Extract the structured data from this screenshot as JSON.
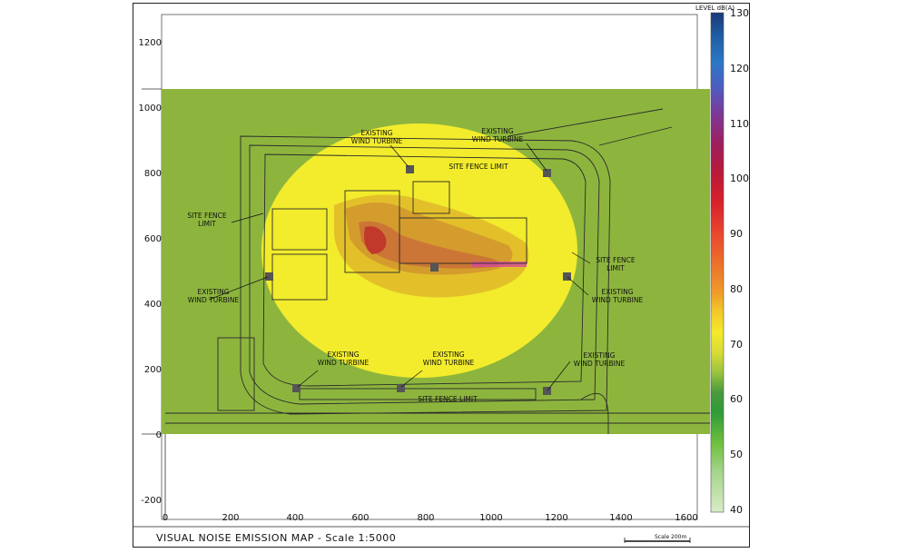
{
  "title": "VISUAL NOISE EMISSION MAP - Scale 1:5000",
  "scale_bar_label": "Scale 200m",
  "x_axis": {
    "ticks": [
      "0",
      "200",
      "400",
      "600",
      "800",
      "1000",
      "1200",
      "1400",
      "1600"
    ]
  },
  "y_axis": {
    "ticks": [
      "1200",
      "1000",
      "800",
      "600",
      "400",
      "200",
      "0",
      "-200"
    ]
  },
  "legend": {
    "title": "LEVEL dB(A)",
    "ticks": [
      "130",
      "120",
      "110",
      "100",
      "90",
      "80",
      "70",
      "60",
      "50",
      "40"
    ],
    "min": 40,
    "max": 130
  },
  "annotations": [
    {
      "lines": [
        "EXISTING",
        "WIND TURBINE"
      ]
    },
    {
      "lines": [
        "EXISTING",
        "WIND TURBINE"
      ]
    },
    {
      "lines": [
        "SITE FENCE LIMIT"
      ]
    },
    {
      "lines": [
        "SITE FENCE",
        "LIMIT"
      ]
    },
    {
      "lines": [
        "SITE FENCE",
        "LIMIT"
      ]
    },
    {
      "lines": [
        "EXISTING",
        "WIND TURBINE"
      ]
    },
    {
      "lines": [
        "EXISTING",
        "WIND TURBINE"
      ]
    },
    {
      "lines": [
        "EXISTING",
        "WIND TURBINE"
      ]
    },
    {
      "lines": [
        "EXISTING",
        "WIND TURBINE"
      ]
    },
    {
      "lines": [
        "EXISTING",
        "WIND TURBINE"
      ]
    },
    {
      "lines": [
        "SITE FENCE LIMIT"
      ]
    }
  ],
  "colors": {
    "background_zone": "#8db53e",
    "zone_70": "#f2ec2c",
    "zone_75": "#e3c02a",
    "zone_80": "#d49c2c",
    "hotspot": "#c0392b",
    "linework": "#2a2a2a"
  }
}
